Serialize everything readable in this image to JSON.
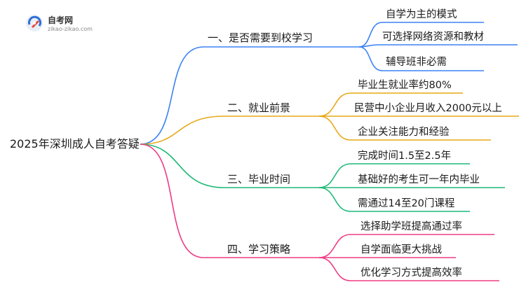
{
  "logo": {
    "title": "自考网",
    "url": "zikao-zikao.com"
  },
  "root": "2025年深圳成人自考答疑",
  "colors": {
    "b1": "#3b82f6",
    "b2": "#e6a817",
    "b3": "#1fb978",
    "b4": "#ee3b84"
  },
  "branches": [
    {
      "label": "一、是否需要到校学习",
      "leaves": [
        "自学为主的模式",
        "可选择网络资源和教材",
        "辅导班非必需"
      ]
    },
    {
      "label": "二、就业前景",
      "leaves": [
        "毕业生就业率约80%",
        "民营中小企业月收入2000元以上",
        "企业关注能力和经验"
      ]
    },
    {
      "label": "三、毕业时间",
      "leaves": [
        "完成时间1.5至2.5年",
        "基础好的考生可一年内毕业",
        "需通过14至20门课程"
      ]
    },
    {
      "label": "四、学习策略",
      "leaves": [
        "选择助学班提高通过率",
        "自学面临更大挑战",
        "优化学习方式提高效率"
      ]
    }
  ]
}
